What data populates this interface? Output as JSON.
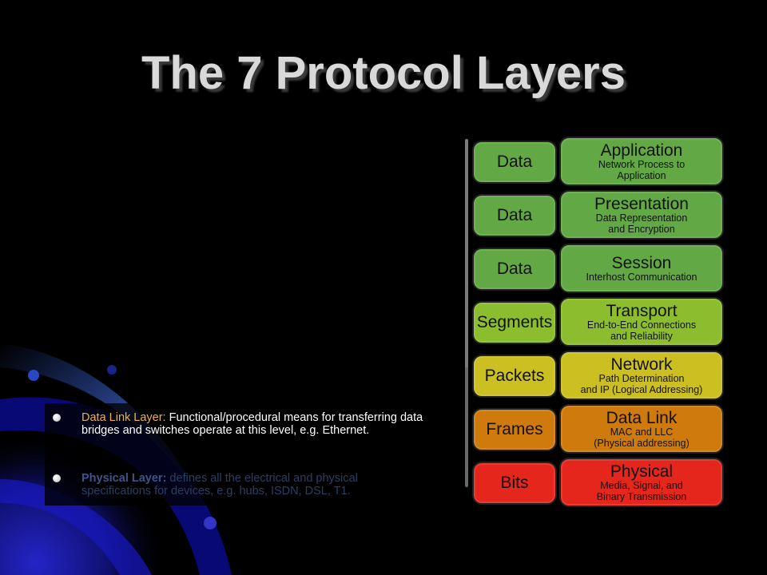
{
  "slide": {
    "title": "The 7 Protocol Layers"
  },
  "bullets": [
    {
      "label": "Data Link Layer:",
      "text": " Functional/procedural means for transferring data bridges and switches operate at this level, e.g. Ethernet."
    },
    {
      "label": "Physical Layer:",
      "text": " defines all the electrical and physical specifications for devices, e.g. hubs, ISDN, DSL, T1."
    }
  ],
  "layers": [
    {
      "unit": "Data",
      "name": "Application",
      "desc1": "Network Process to",
      "desc2": "Application",
      "color": "#62a844"
    },
    {
      "unit": "Data",
      "name": "Presentation",
      "desc1": "Data Representation",
      "desc2": "and Encryption",
      "color": "#62a844"
    },
    {
      "unit": "Data",
      "name": "Session",
      "desc1": "Interhost Communication",
      "desc2": "",
      "color": "#62a844"
    },
    {
      "unit": "Segments",
      "name": "Transport",
      "desc1": "End-to-End Connections",
      "desc2": "and Reliability",
      "color": "#8cbd2e"
    },
    {
      "unit": "Packets",
      "name": "Network",
      "desc1": "Path Determination",
      "desc2": "and IP (Logical Addressing)",
      "color": "#cbbf22"
    },
    {
      "unit": "Frames",
      "name": "Data Link",
      "desc1": "MAC and LLC",
      "desc2": "(Physical addressing)",
      "color": "#cf7a0d"
    },
    {
      "unit": "Bits",
      "name": "Physical",
      "desc1": "Media, Signal, and",
      "desc2": "Binary Transmission",
      "color": "#e5261c"
    }
  ]
}
